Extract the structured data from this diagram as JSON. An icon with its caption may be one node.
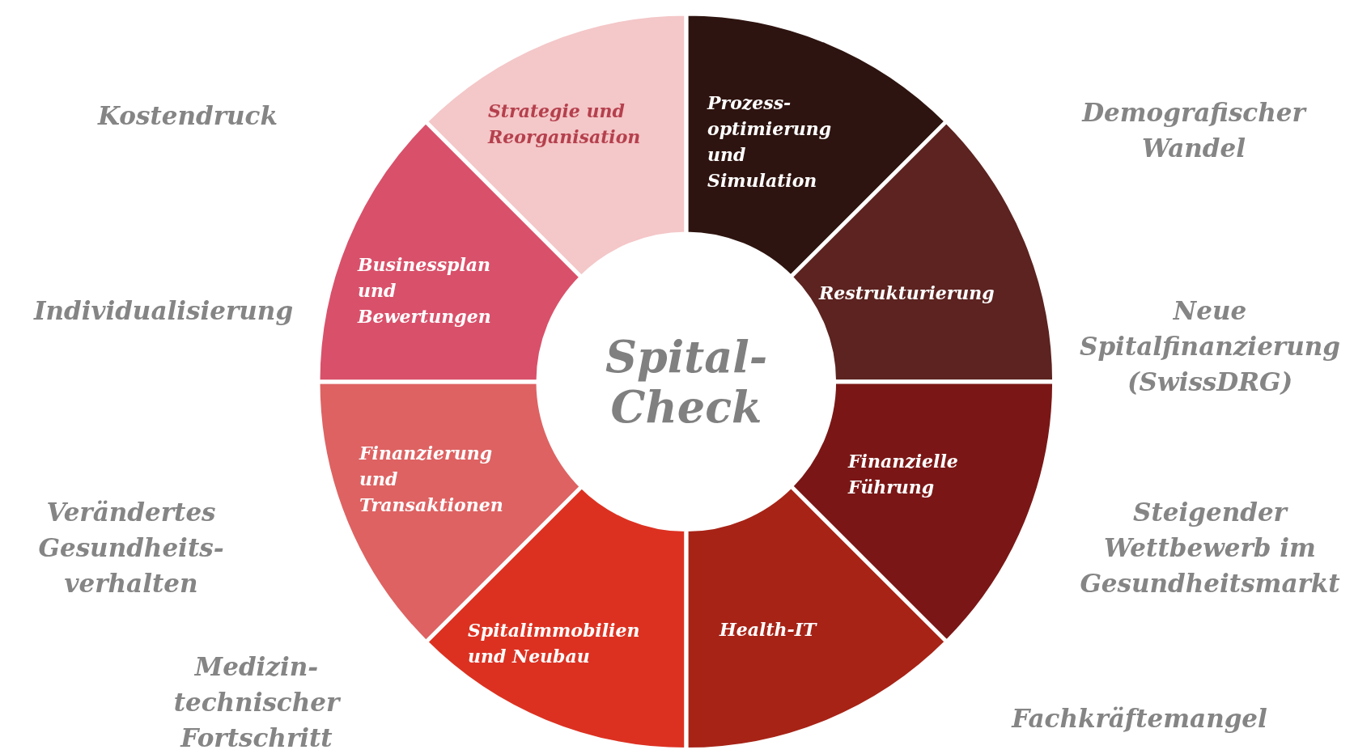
{
  "diagram": {
    "nodes": [
      {
        "text": [
          "Spital-Check"
        ]
      },
      {
        "text": [
          "Prozess-optimierung und Simulation"
        ]
      },
      {
        "text": [
          "Restrukturierung"
        ]
      },
      {
        "text": [
          "Finanzielle Führung"
        ]
      },
      {
        "text": [
          "Health-IT"
        ]
      },
      {
        "text": [
          "Spitalimmobilien und Neubau"
        ]
      },
      {
        "text": [
          "Finanzierung und Transaktionen"
        ]
      },
      {
        "text": [
          "Businessplan und Bewertungen"
        ]
      },
      {
        "text": [
          "Strategie und Reorganisation"
        ]
      }
    ],
    "labels": [
      "Kostendruck",
      "Demografischer Wandel",
      "Individualisierung",
      "Neue Spitalfinanzierung (SwissDRG)",
      "Verändertes Gesundheits-verhalten",
      "Steigender Wettbewerb im Gesundheitsmarkt",
      "Medizin-technischer Fortschritt",
      "Fachkräftemangel"
    ]
  }
}
